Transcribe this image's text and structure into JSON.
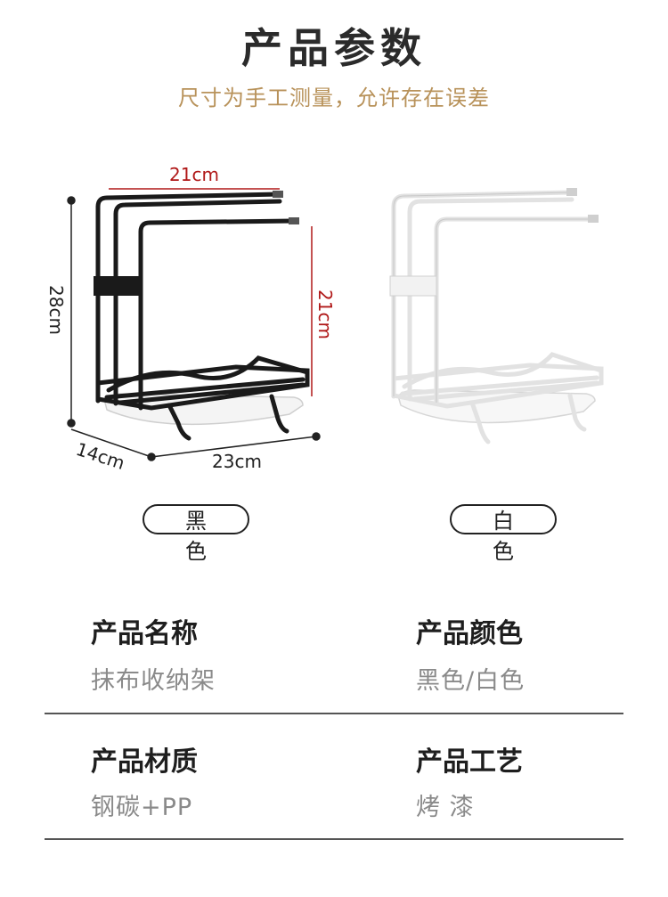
{
  "header": {
    "title": "产品参数",
    "subtitle": "尺寸为手工测量，允许存在误差"
  },
  "dimensions": {
    "top_width": "21cm",
    "height": "28cm",
    "arm_height": "21cm",
    "depth": "14cm",
    "base_width": "23cm"
  },
  "variants": [
    {
      "label": "黑 色",
      "color": "#1a1a1a"
    },
    {
      "label": "白 色",
      "color": "#ffffff"
    }
  ],
  "specs": [
    {
      "label": "产品名称",
      "value": "抹布收纳架"
    },
    {
      "label": "产品颜色",
      "value": "黑色/白色"
    },
    {
      "label": "产品材质",
      "value": "钢碳+PP"
    },
    {
      "label": "产品工艺",
      "value": "烤 漆"
    }
  ],
  "colors": {
    "dimension_red": "#b01818",
    "subtitle_gold": "#b8925a"
  }
}
